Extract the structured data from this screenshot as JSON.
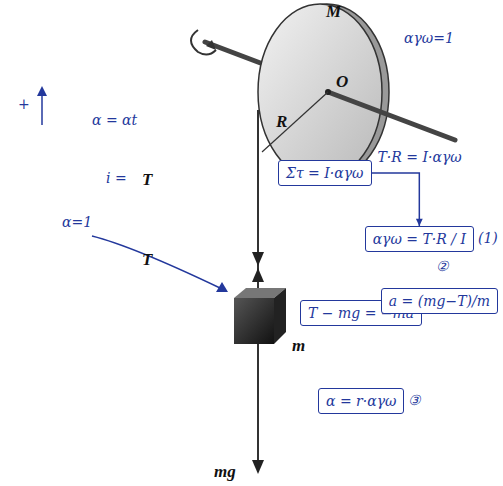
{
  "diagram": {
    "nodes": [
      {
        "text": [
          "Στ = I·αγω"
        ]
      },
      {
        "text": [
          "αγω = T·R / I"
        ]
      },
      {
        "text": [
          "T − mg = −ma"
        ]
      },
      {
        "text": [
          "a = (mg−T)/m"
        ]
      },
      {
        "text": [
          "α = r·αγω"
        ]
      }
    ],
    "edges": [
      {
        "from": 0,
        "to": 1,
        "arrow": "to",
        "label": "T·R = I·αγω"
      },
      {
        "from": 2,
        "to": 3,
        "arrow": "to"
      }
    ],
    "labels": [
      "M",
      "O",
      "R",
      "m",
      "T",
      "T",
      "mg",
      "αγω=1",
      "α = αt",
      "i =",
      "+",
      "α=1",
      "(1)",
      "②",
      "③"
    ]
  }
}
